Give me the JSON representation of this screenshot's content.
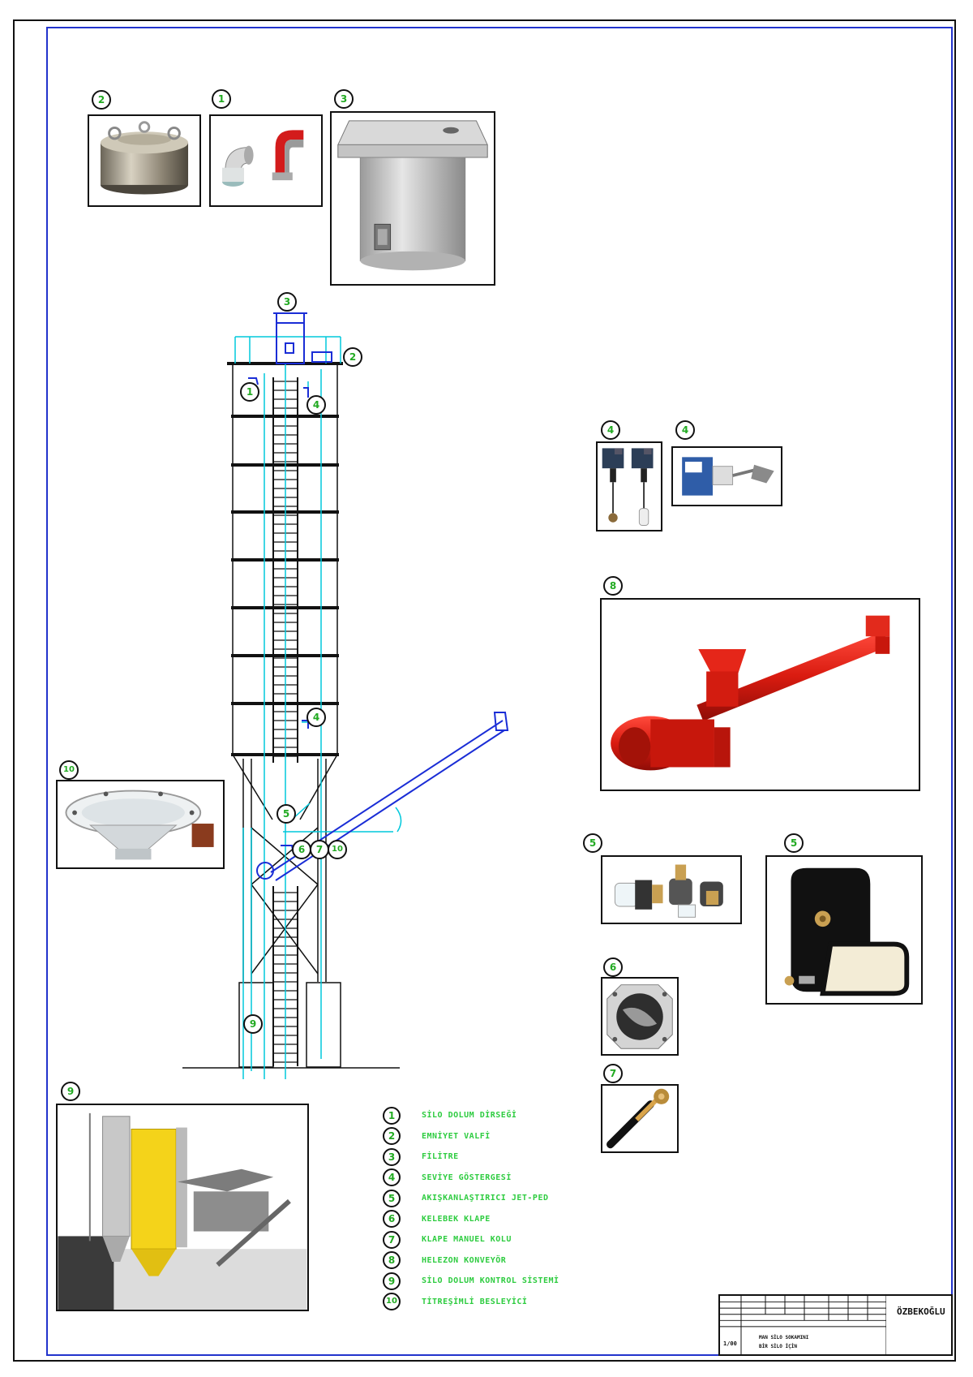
{
  "callouts": {
    "c1": "1",
    "c2": "2",
    "c3": "3",
    "c4": "4",
    "c5": "5",
    "c6": "6",
    "c7": "7",
    "c8": "8",
    "c9": "9",
    "c10": "10"
  },
  "legend": [
    {
      "num": "1",
      "label": "SİLO DOLUM DİRSEĞİ"
    },
    {
      "num": "2",
      "label": "EMNİYET VALFİ"
    },
    {
      "num": "3",
      "label": "FİLİTRE"
    },
    {
      "num": "4",
      "label": "SEVİYE GÖSTERGESİ"
    },
    {
      "num": "5",
      "label": "AKIŞKANLAŞTIRICI JET-PED"
    },
    {
      "num": "6",
      "label": "KELEBEK KLAPE"
    },
    {
      "num": "7",
      "label": "KLAPE MANUEL KOLU"
    },
    {
      "num": "8",
      "label": "HELEZON KONVEYÖR"
    },
    {
      "num": "9",
      "label": "SİLO DOLUM KONTROL SİSTEMİ"
    },
    {
      "num": "10",
      "label": "TİTREŞİMLİ BESLEYİCİ"
    }
  ],
  "title_block": {
    "company": "ÖZBEKOĞLU",
    "project_line1": "MAN SİLO SOKAMINI",
    "project_line2": "BİR SİLO İÇİN",
    "scale": "1/00"
  },
  "colors": {
    "frame": "#2233cc",
    "callout_text": "#22aa22",
    "legend_text": "#2ecc40",
    "drawing_cyan": "#00c8dc",
    "drawing_blue": "#1a2dd6",
    "conveyor_red": "#e21d12",
    "silo_yellow": "#f4d31a"
  }
}
